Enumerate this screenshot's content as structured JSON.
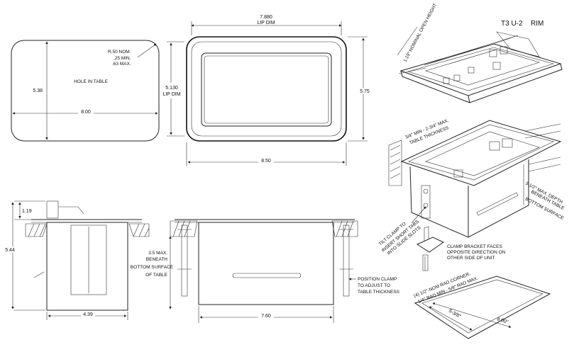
{
  "title": {
    "model": "T3 U-2",
    "rim": "RIM"
  },
  "hole_view": {
    "radius_note_1": "R.50 NOM.",
    "radius_note_2": ".25 MIN.",
    "radius_note_3": ".63 MAX.",
    "label": "HOLE IN TABLE",
    "height": "5.38",
    "width": "8.00"
  },
  "top_view": {
    "lip_width": "7.880",
    "lip_width_label": "LIP DIM",
    "lip_height": "5.130",
    "lip_height_label": "LIP DIM",
    "outer_height": "5.75",
    "outer_width": "8.50"
  },
  "iso_top": {
    "open_height": "1.19\" NOMINAL OPEN HEIGHT"
  },
  "iso_mid": {
    "table_thickness_1": "3/4\" MIN - 2-3/4\" MAX.",
    "table_thickness_2": "TABLE THICKNESS",
    "depth_1": "3-1/2\" MAX. DEPTH",
    "depth_2": "BENEATH TABLE",
    "depth_3": "BOTTOM SURFACE",
    "clamp_1": "TILT CLAMP TO",
    "clamp_2": "INSERT SHORT TABS",
    "clamp_3": "INTO SLIDE SLOTS",
    "bracket_1": "CLAMP BRACKET FACES",
    "bracket_2": "OPPOSITE DIRECTION ON",
    "bracket_3": "OTHER SIDE OF UNIT"
  },
  "side_view": {
    "rim_height": "1.19",
    "total_height": "5.44",
    "depth": "4.39"
  },
  "front_view": {
    "max_1": "3.5 MAX.",
    "max_2": "BENEATH",
    "max_3": "BOTTOM SURFACE",
    "max_4": "OF TABLE",
    "clamp_1": "POSITION CLAMP",
    "clamp_2": "TO ADJUST TO",
    "clamp_3": "TABLE THICKNESS",
    "width": "7.60"
  },
  "iso_bottom": {
    "rad_1": "(4) 1/2\"-NOM RAD CORNER,",
    "rad_2": "1/4\" RAD MIN - 5/8\" RAD MAX.",
    "dim_a": "5-3/8\"",
    "dim_b": "8.00\""
  }
}
